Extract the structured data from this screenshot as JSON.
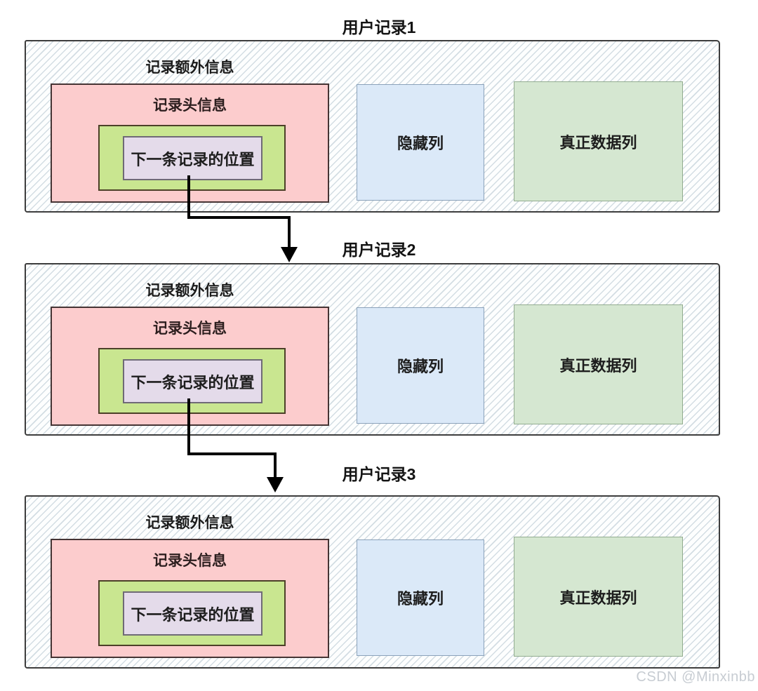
{
  "diagram": {
    "watermark": "CSDN @Minxinbb",
    "colors": {
      "hatch_line": "#d3dde3",
      "container_border": "#3d3d3d",
      "pink_fill": "#fccccd",
      "pink_border": "#453434",
      "green_fill": "#c9e690",
      "green_border": "#4c4028",
      "purple_fill": "#e4dbea",
      "purple_border": "#6f6a76",
      "blue_fill": "#dbe9f8",
      "blue_border": "#8ba2ba",
      "sage_fill": "#d5e7d1",
      "sage_border": "#92ac8f",
      "arrow": "#000000",
      "title_text": "#141414",
      "watermark_text": "#c7ccd2"
    },
    "records": [
      {
        "title": "用户记录1",
        "extra_info_label": "记录额外信息",
        "header_label": "记录头信息",
        "next_record_label": "下一条记录的位置",
        "hidden_cols_label": "隐藏列",
        "real_data_label": "真正数据列"
      },
      {
        "title": "用户记录2",
        "extra_info_label": "记录额外信息",
        "header_label": "记录头信息",
        "next_record_label": "下一条记录的位置",
        "hidden_cols_label": "隐藏列",
        "real_data_label": "真正数据列"
      },
      {
        "title": "用户记录3",
        "extra_info_label": "记录额外信息",
        "header_label": "记录头信息",
        "next_record_label": "下一条记录的位置",
        "hidden_cols_label": "隐藏列",
        "real_data_label": "真正数据列"
      }
    ],
    "arrows": [
      {
        "from": "record-1-next-record-position",
        "to": "record-2-top"
      },
      {
        "from": "record-2-next-record-position",
        "to": "record-3-top"
      }
    ]
  }
}
